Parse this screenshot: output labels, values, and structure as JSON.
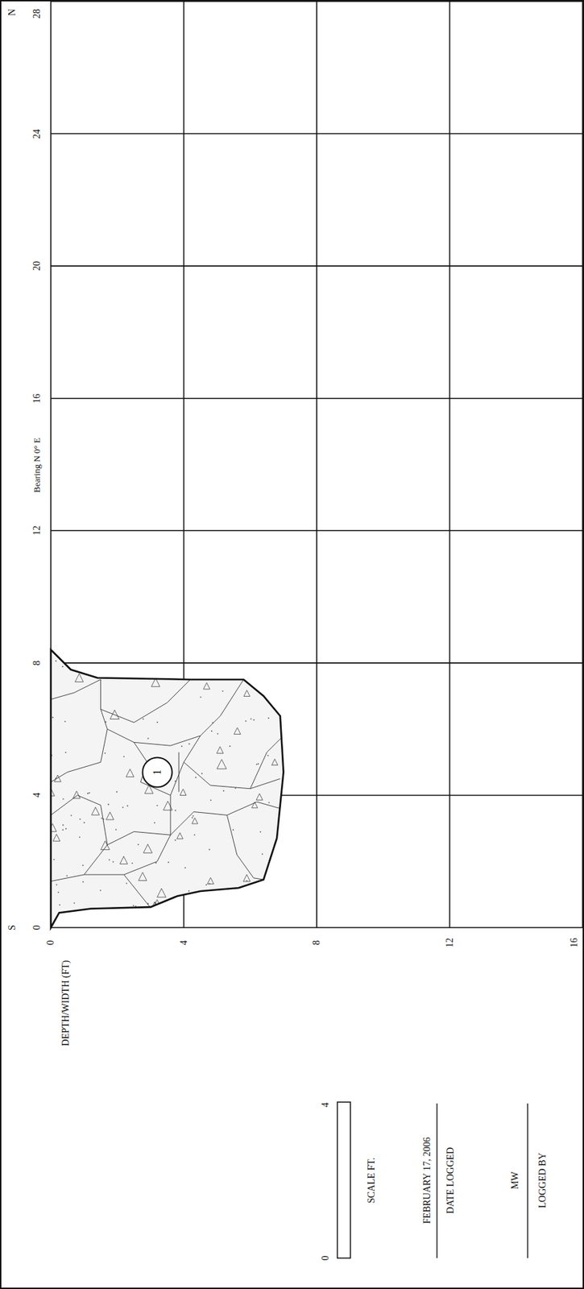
{
  "diagram": {
    "nodes": [
      {
        "text": [
          "1"
        ]
      }
    ],
    "labels": [
      "N",
      "28",
      "24",
      "20",
      "16",
      "12",
      "8",
      "4",
      "0",
      "S",
      "Bearing N 0° E",
      "DEPTH/WIDTH (FT)",
      "0",
      "4",
      "8",
      "12",
      "16",
      "4",
      "0",
      "SCALE FT.",
      "FEBRUARY 17, 2006",
      "DATE LOGGED",
      "MW",
      "LOGGED BY"
    ]
  }
}
